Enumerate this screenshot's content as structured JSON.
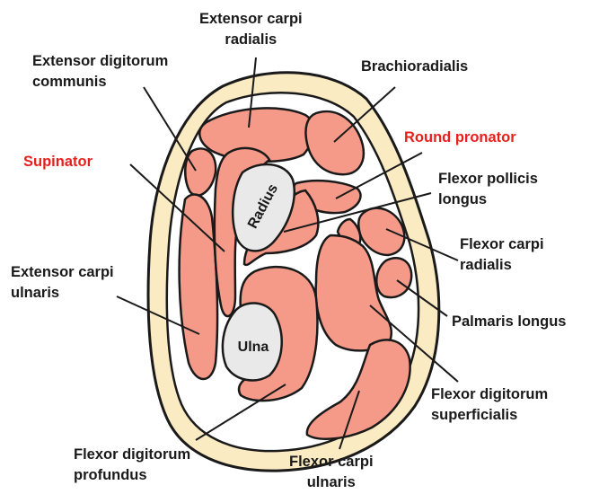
{
  "colors": {
    "muscle": "#f59a89",
    "skin": "#fbebc3",
    "bone": "#e9e9e9",
    "outline": "#1a1a1a",
    "highlight": "#e8201c"
  },
  "bones": {
    "radius": "Radius",
    "ulna": "Ulna"
  },
  "labels": {
    "extensor_carpi_radialis": [
      "Extensor carpi",
      "radialis"
    ],
    "extensor_digitorum_communis": [
      "Extensor digitorum",
      "communis"
    ],
    "brachioradialis": [
      "Brachioradialis"
    ],
    "round_pronator": [
      "Round pronator"
    ],
    "supinator": [
      "Supinator"
    ],
    "flexor_pollicis_longus": [
      "Flexor pollicis",
      "longus"
    ],
    "flexor_carpi_radialis": [
      "Flexor carpi",
      "radialis"
    ],
    "extensor_carpi_ulnaris": [
      "Extensor carpi",
      "ulnaris"
    ],
    "palmaris_longus": [
      "Palmaris longus"
    ],
    "flexor_digitorum_superficialis": [
      "Flexor digitorum",
      "superficialis"
    ],
    "flexor_digitorum_profundus": [
      "Flexor digitorum",
      "profundus"
    ],
    "flexor_carpi_ulnaris": [
      "Flexor carpi",
      "ulnaris"
    ]
  }
}
